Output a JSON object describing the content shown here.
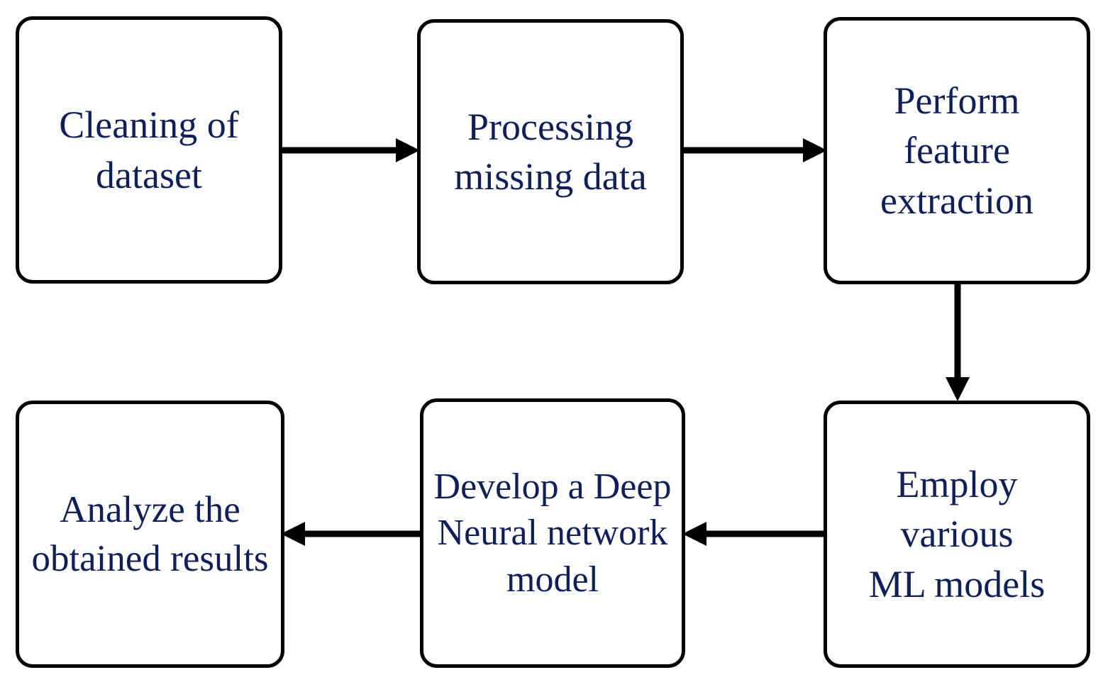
{
  "diagram": {
    "type": "flowchart",
    "title": "",
    "background_color": "#ffffff",
    "node_fill_color": "#ffffff",
    "node_border_color": "#000000",
    "node_text_color": "#0d1f5e",
    "connector_color": "#000000",
    "nodes": [
      {
        "id": "node-1",
        "label": "Cleaning of\ndataset",
        "row": 1,
        "column": 1
      },
      {
        "id": "node-2",
        "label": "Processing\nmissing data",
        "row": 1,
        "column": 2
      },
      {
        "id": "node-3",
        "label": "Perform feature\nextraction",
        "row": 1,
        "column": 3
      },
      {
        "id": "node-4",
        "label": "Analyze the\nobtained results",
        "row": 2,
        "column": 1
      },
      {
        "id": "node-5",
        "label": "Develop a Deep\nNeural network\nmodel",
        "row": 2,
        "column": 2
      },
      {
        "id": "node-6",
        "label": "Employ various\nML models",
        "row": 2,
        "column": 3
      }
    ],
    "connectors": [
      {
        "id": "arrow-1",
        "from": "node-1",
        "to": "node-2",
        "direction": "right",
        "label": ""
      },
      {
        "id": "arrow-2",
        "from": "node-2",
        "to": "node-3",
        "direction": "right",
        "label": ""
      },
      {
        "id": "arrow-3",
        "from": "node-3",
        "to": "node-6",
        "direction": "down",
        "label": ""
      },
      {
        "id": "arrow-4",
        "from": "node-6",
        "to": "node-5",
        "direction": "left",
        "label": ""
      },
      {
        "id": "arrow-5",
        "from": "node-5",
        "to": "node-4",
        "direction": "left",
        "label": ""
      }
    ]
  }
}
